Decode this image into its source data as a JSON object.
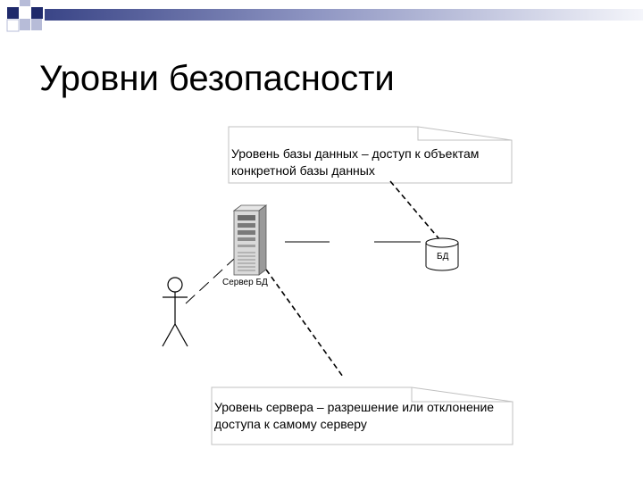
{
  "slide": {
    "title": "Уровни безопасности"
  },
  "notes": {
    "database_level": "Уровень базы данных – доступ к объектам конкретной базы данных",
    "server_level": "Уровень сервера – разрешение или отклонение доступа к самому серверу"
  },
  "nodes": {
    "server_label": "Сервер БД",
    "database_label": "БД"
  },
  "colors": {
    "square_dark": "#1f2a6b",
    "square_light": "#b7bcd8",
    "bar_start": "#3a4587",
    "bar_end": "#f4f5fa"
  }
}
